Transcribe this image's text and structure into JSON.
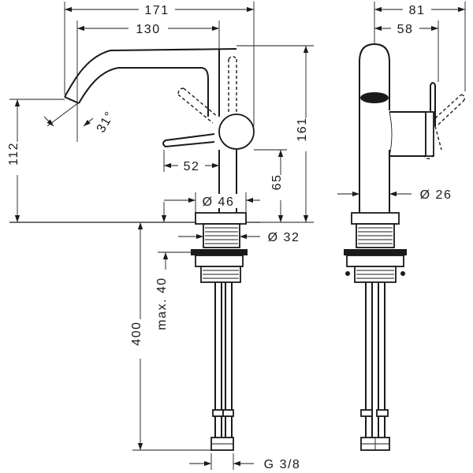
{
  "front_view": {
    "dim_overall_width": "171",
    "dim_spout_reach": "130",
    "dim_angle": "31°",
    "dim_spout_height": "112",
    "dim_total_height": "161",
    "dim_lever_offset": "52",
    "dim_handle_height": "65",
    "dim_body_diameter": "Ø 46",
    "dim_thread_diameter": "Ø 32",
    "dim_max_thickness": "max. 40",
    "dim_hose_length": "400",
    "dim_connection": "G 3/8"
  },
  "side_view": {
    "dim_depth": "81",
    "dim_lever_depth": "58",
    "dim_spout_diameter": "Ø 26"
  }
}
